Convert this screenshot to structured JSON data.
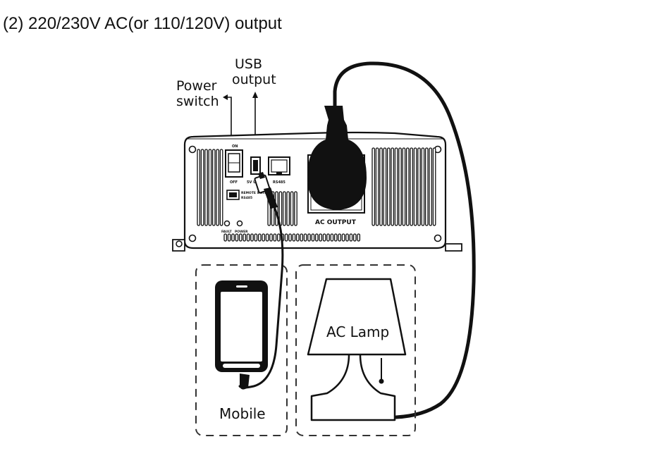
{
  "title": "(2) 220/230V AC(or 110/120V) output",
  "labels": {
    "power_switch": [
      "Power",
      "switch"
    ],
    "usb_output": [
      "USB",
      "output"
    ],
    "on": "ON",
    "off": "OFF",
    "five_v_usb": "5V USB",
    "rs485": "RS485",
    "remote_switch": [
      "REMOTE SWITCH",
      "RS485"
    ],
    "fault": "FAULT",
    "power": "POWER",
    "ac_output": "AC OUTPUT",
    "ac_lamp": "AC Lamp",
    "mobile": "Mobile"
  }
}
